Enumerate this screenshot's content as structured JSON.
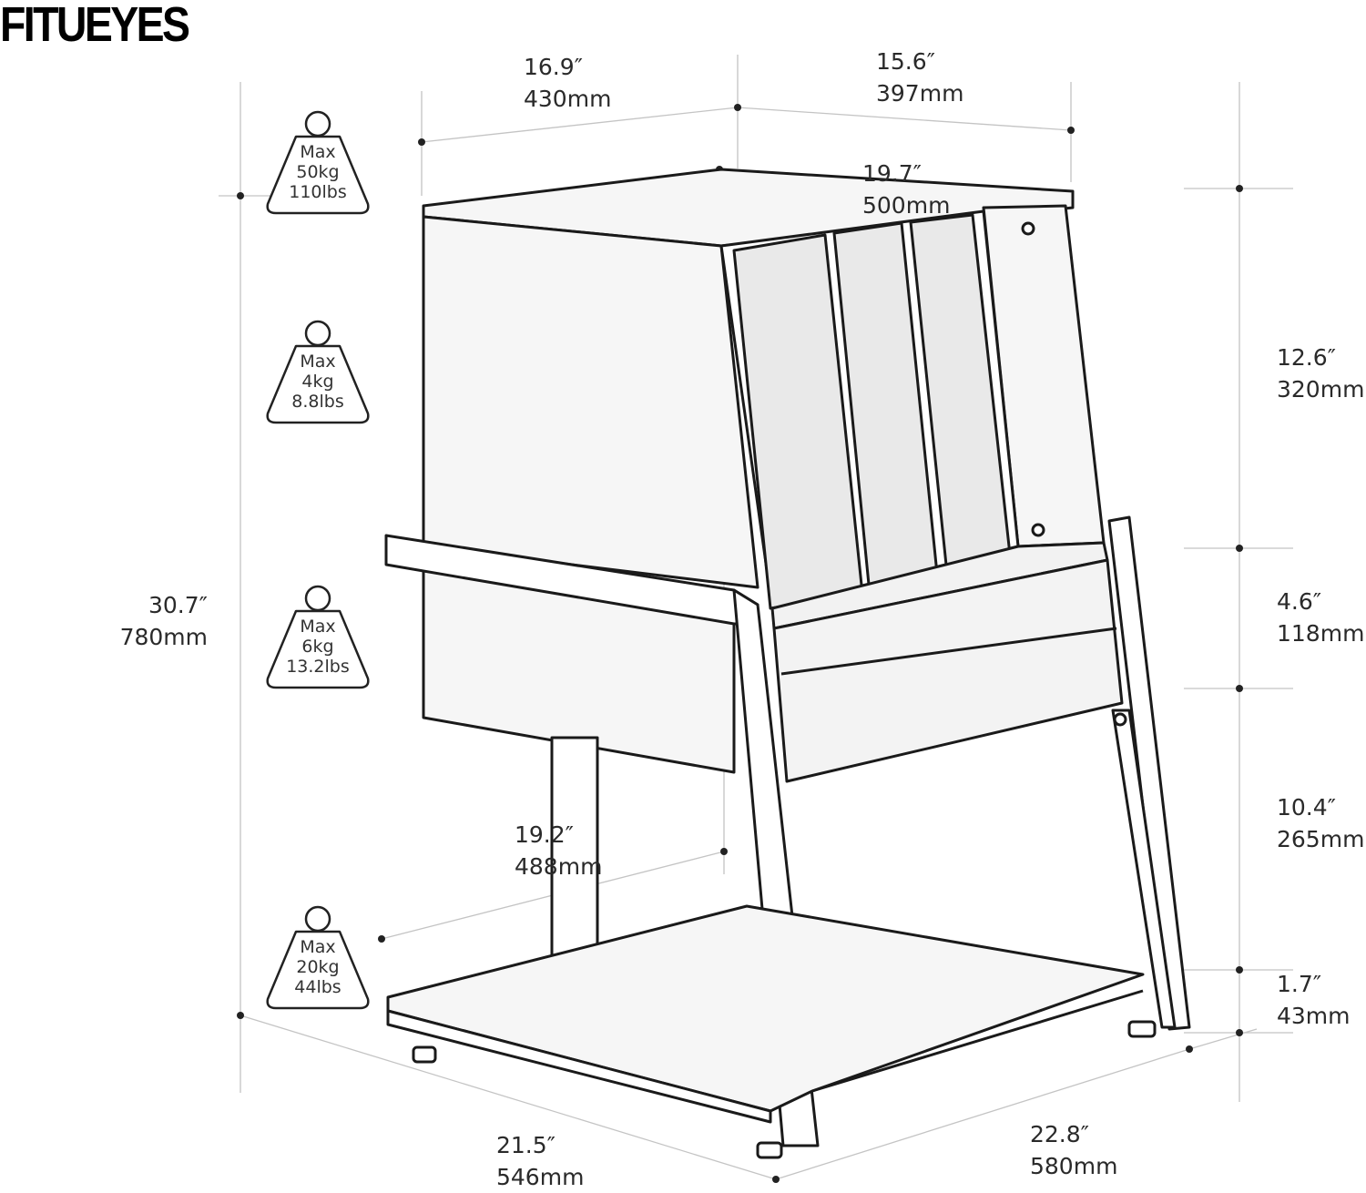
{
  "brand": "FITUEYES",
  "dimensions": {
    "top_depth": {
      "in": "16.9″",
      "mm": "430mm"
    },
    "top_width": {
      "in": "15.6″",
      "mm": "397mm"
    },
    "inner_width": {
      "in": "19.7″",
      "mm": "500mm"
    },
    "total_height": {
      "in": "30.7″",
      "mm": "780mm"
    },
    "record_section_height": {
      "in": "12.6″",
      "mm": "320mm"
    },
    "middle_shelf_height": {
      "in": "4.6″",
      "mm": "118mm"
    },
    "lower_gap_height": {
      "in": "10.4″",
      "mm": "265mm"
    },
    "foot_height": {
      "in": "1.7″",
      "mm": "43mm"
    },
    "leg_height": {
      "in": "19.2″",
      "mm": "488mm"
    },
    "base_depth": {
      "in": "21.5″",
      "mm": "546mm"
    },
    "base_width": {
      "in": "22.8″",
      "mm": "580mm"
    }
  },
  "load_limits": [
    {
      "label": "Max",
      "kg": "50kg",
      "lbs": "110lbs"
    },
    {
      "label": "Max",
      "kg": "4kg",
      "lbs": "8.8lbs"
    },
    {
      "label": "Max",
      "kg": "6kg",
      "lbs": "13.2lbs"
    },
    {
      "label": "Max",
      "kg": "20kg",
      "lbs": "44lbs"
    }
  ],
  "colors": {
    "line": "#1a1a1a",
    "guide": "#bdbdbd",
    "wood": "#f6f6f6",
    "divider": "#e9e9e9"
  }
}
